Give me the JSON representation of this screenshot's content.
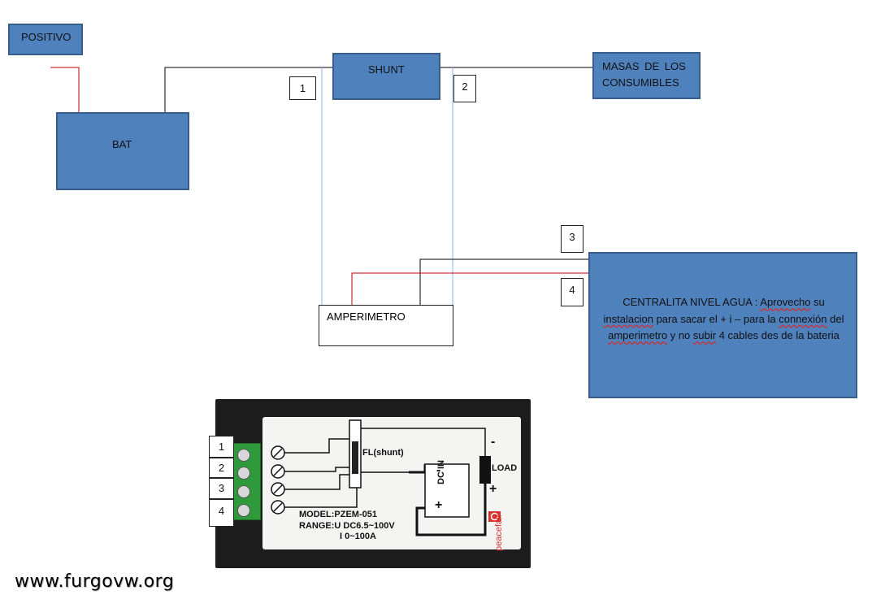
{
  "boxes": {
    "positivo": "POSITIVO",
    "bat": "BAT",
    "shunt": "SHUNT",
    "masas": "MASAS DE LOS CONSUMIBLES",
    "amperimetro": "AMPERIMETRO"
  },
  "centralita": {
    "part1": "CENTRALITA NIVEL AGUA  : ",
    "part2": "Aprovecho",
    "part3": " su ",
    "part4": "instalacion",
    "part5": " para sacar el + i – para la ",
    "part6": "connexión",
    "part7": " del ",
    "part8": "amperimetro",
    "part9": " y no ",
    "part10": "subir",
    "part11": " 4 cables des de la bateria"
  },
  "terminal_numbers": {
    "n1": "1",
    "n2": "2",
    "n3": "3",
    "n4": "4"
  },
  "photo_labels": {
    "side1": "1",
    "side2": "2",
    "side3": "3",
    "side4": "4",
    "shunt_label": "FL(shunt)",
    "load": "LOAD",
    "minus_load": "-",
    "plus_load": "+",
    "dc_in": "DC IN",
    "dc_minus": "-",
    "dc_plus": "+",
    "model": "MODEL:PZEM-051",
    "range_u": "RANGE:U DC6.5~100V",
    "range_i": "I  0~100A",
    "brand": "peacefair"
  },
  "watermark": "www.furgovw.org",
  "colors": {
    "box_fill": "#4f81bd",
    "box_border": "#385d8a",
    "wire_black": "#000000",
    "wire_red": "#c00000",
    "wire_blue": "#8db3e2"
  }
}
